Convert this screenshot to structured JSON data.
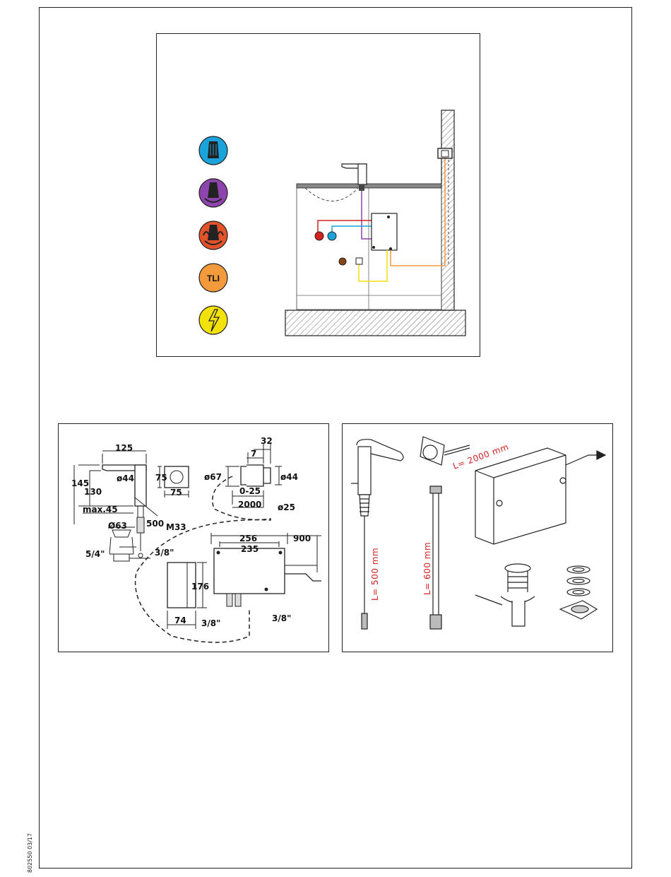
{
  "legend": [
    {
      "name": "cold-water",
      "color": "#1ba3dc"
    },
    {
      "name": "mixed-water",
      "color": "#8e44ad"
    },
    {
      "name": "hot-water",
      "color": "#e2532c"
    },
    {
      "name": "tli",
      "label": "TLI",
      "color": "#f39a3c"
    },
    {
      "name": "electric",
      "color": "#f2e20a"
    }
  ],
  "dimensions": {
    "d125": "125",
    "d145": "145",
    "d130": "130",
    "dia44": "ø44",
    "d75a": "75",
    "d75b": "75",
    "max45": "max.45",
    "d500": "500",
    "m33": "M33",
    "dia63": "Ø63",
    "thread54": "5/4\"",
    "thread38a": "3/8\"",
    "d32": "32",
    "d7": "7",
    "dia67": "ø67",
    "dia44b": "ø44",
    "d025": "0-25",
    "d2000": "2000",
    "dia25": "ø25",
    "d256": "256",
    "d235": "235",
    "d900": "900",
    "d176": "176",
    "d74": "74",
    "thread38b": "3/8\"",
    "thread38c": "3/8\""
  },
  "parts": {
    "len500": "L= 500 mm",
    "len600": "L= 600 mm",
    "len2000": "L= 2000 mm"
  },
  "doc_code": "802550 03/17"
}
